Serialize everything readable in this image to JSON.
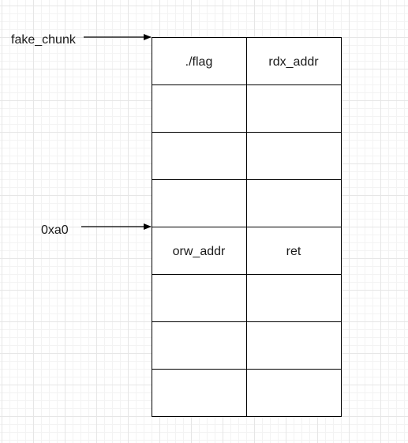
{
  "diagram": {
    "pointers": [
      {
        "label": "fake_chunk",
        "row": 0
      },
      {
        "label": "0xa0",
        "row": 4
      }
    ],
    "rows": [
      {
        "left": "./flag",
        "right": "rdx_addr"
      },
      {
        "left": "",
        "right": ""
      },
      {
        "left": "",
        "right": ""
      },
      {
        "left": "",
        "right": ""
      },
      {
        "left": "orw_addr",
        "right": "ret"
      },
      {
        "left": "",
        "right": ""
      },
      {
        "left": "",
        "right": ""
      },
      {
        "left": "",
        "right": ""
      }
    ],
    "colors": {
      "stroke": "#000000",
      "text": "#1a1a1a",
      "grid": "#e6e6e6"
    }
  }
}
